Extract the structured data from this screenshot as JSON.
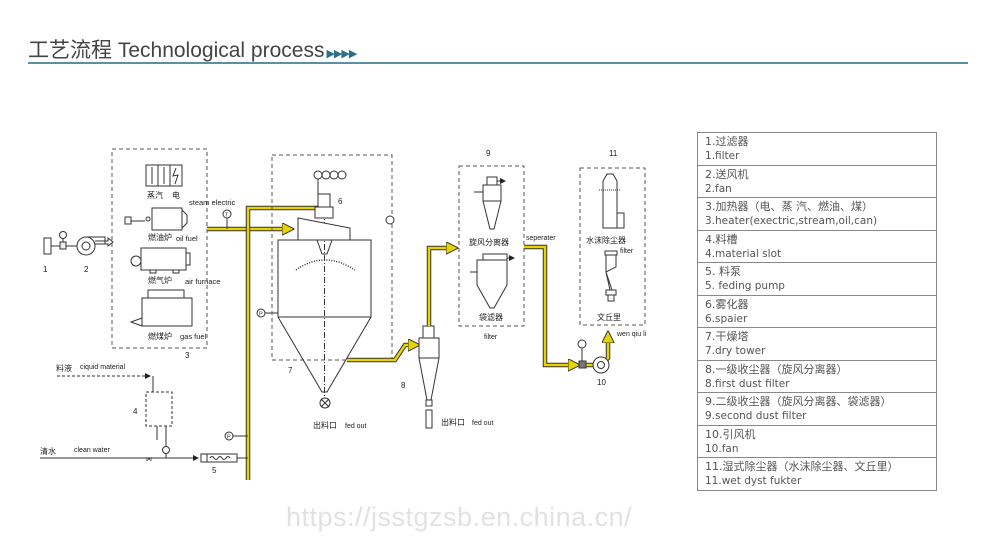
{
  "header": {
    "title": "工艺流程  Technological process",
    "arrows": "▶▶▶▶"
  },
  "colors": {
    "pipe": "#e8d400",
    "header_rule": "#5b8fa3",
    "arrows": "#2f6f86"
  },
  "diagram": {
    "labels": {
      "n1": "1",
      "n2": "2",
      "n3": "3",
      "n4": "4",
      "n5": "5",
      "n6": "6",
      "n7": "7",
      "n8": "8",
      "n9": "9",
      "n10": "10",
      "n11": "11",
      "steam_zh": "蒸汽",
      "electric_zh": "电",
      "steam_electric": "steam electric",
      "oil_furnace_zh": "燃油炉",
      "oil_fuel": "oil fuel",
      "gas_furnace_zh": "燃气炉",
      "air_furnace": "air furnace",
      "coal_furnace_zh": "燃煤炉",
      "gas_fuel": "gas fuel",
      "liquid_zh": "料液",
      "liquid_material": "ciquid material",
      "water_zh": "清水",
      "clean_water": "clean water",
      "outlet_zh": "出料口",
      "fed_out": "fed out",
      "cyclone_zh": "旋风分离器",
      "bag_filter_zh": "袋滤器",
      "filter": "filter",
      "seperater": "seperater",
      "scrubber_zh": "水沫除尘器",
      "filter2": "filter",
      "venturi_zh": "文丘里",
      "wen_qiu_li": "wen qiu li",
      "sensors": "PTAI"
    }
  },
  "legend": [
    {
      "zh": "1.过滤器",
      "en": "1.filter"
    },
    {
      "zh": "2.送风机",
      "en": "2.fan"
    },
    {
      "zh": "3.加热器（电、蒸 汽、燃油、煤）",
      "en": "3.heater(exectric,stream,oil,can)"
    },
    {
      "zh": "4.料槽",
      "en": "4.material slot"
    },
    {
      "zh": "5. 料泵",
      "en": "5. feding pump"
    },
    {
      "zh": "6.雾化器",
      "en": "6.spaier"
    },
    {
      "zh": "7.干燥塔",
      "en": "7.dry tower"
    },
    {
      "zh": "8.一级收尘器（旋风分离器）",
      "en": "8.first dust filter"
    },
    {
      "zh": "9.二级收尘器（旋风分离器、袋滤器）",
      "en": "9.second dust filter"
    },
    {
      "zh": "10.引风机",
      "en": "10.fan"
    },
    {
      "zh": "11.湿式除尘器（水沫除尘器、文丘里）",
      "en": "11.wet dyst fukter"
    }
  ],
  "watermark": "https://jsstgzsb.en.china.cn/"
}
